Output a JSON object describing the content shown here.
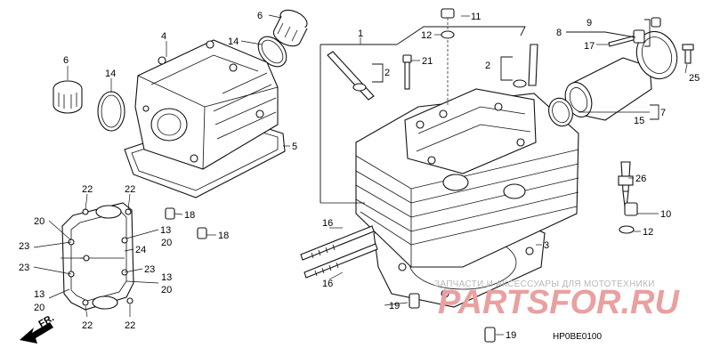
{
  "labels": {
    "l1": "1",
    "l2a": "2",
    "l2b": "2",
    "l3": "3",
    "l4": "4",
    "l5": "5",
    "l6a": "6",
    "l6b": "6",
    "l7": "7",
    "l8": "8",
    "l9": "9",
    "l10": "10",
    "l11": "11",
    "l12a": "12",
    "l12b": "12",
    "l13a": "13",
    "l13b": "13",
    "l13c": "13",
    "l14a": "14",
    "l14b": "14",
    "l15": "15",
    "l16a": "16",
    "l16b": "16",
    "l17": "17",
    "l18a": "18",
    "l18b": "18",
    "l19a": "19",
    "l19b": "19",
    "l20a": "20",
    "l20b": "20",
    "l20c": "20",
    "l20d": "20",
    "l21": "21",
    "l22a": "22",
    "l22b": "22",
    "l22c": "22",
    "l22d": "22",
    "l23a": "23",
    "l23b": "23",
    "l23c": "23",
    "l24": "24",
    "l25": "25",
    "l26": "26"
  },
  "direction_label": "FR.",
  "diagram_code": "HP0BE0100",
  "watermark": {
    "line1": "ЗАПЧАСТИ И АКСЕССУАРЫ ДЛЯ МОТОТЕХНИКИ",
    "logo": "PARTSFOR.RU"
  },
  "colors": {
    "line": "#111111",
    "watermark_logo": "#e9a0a0",
    "watermark_text": "#b8b8b8"
  }
}
